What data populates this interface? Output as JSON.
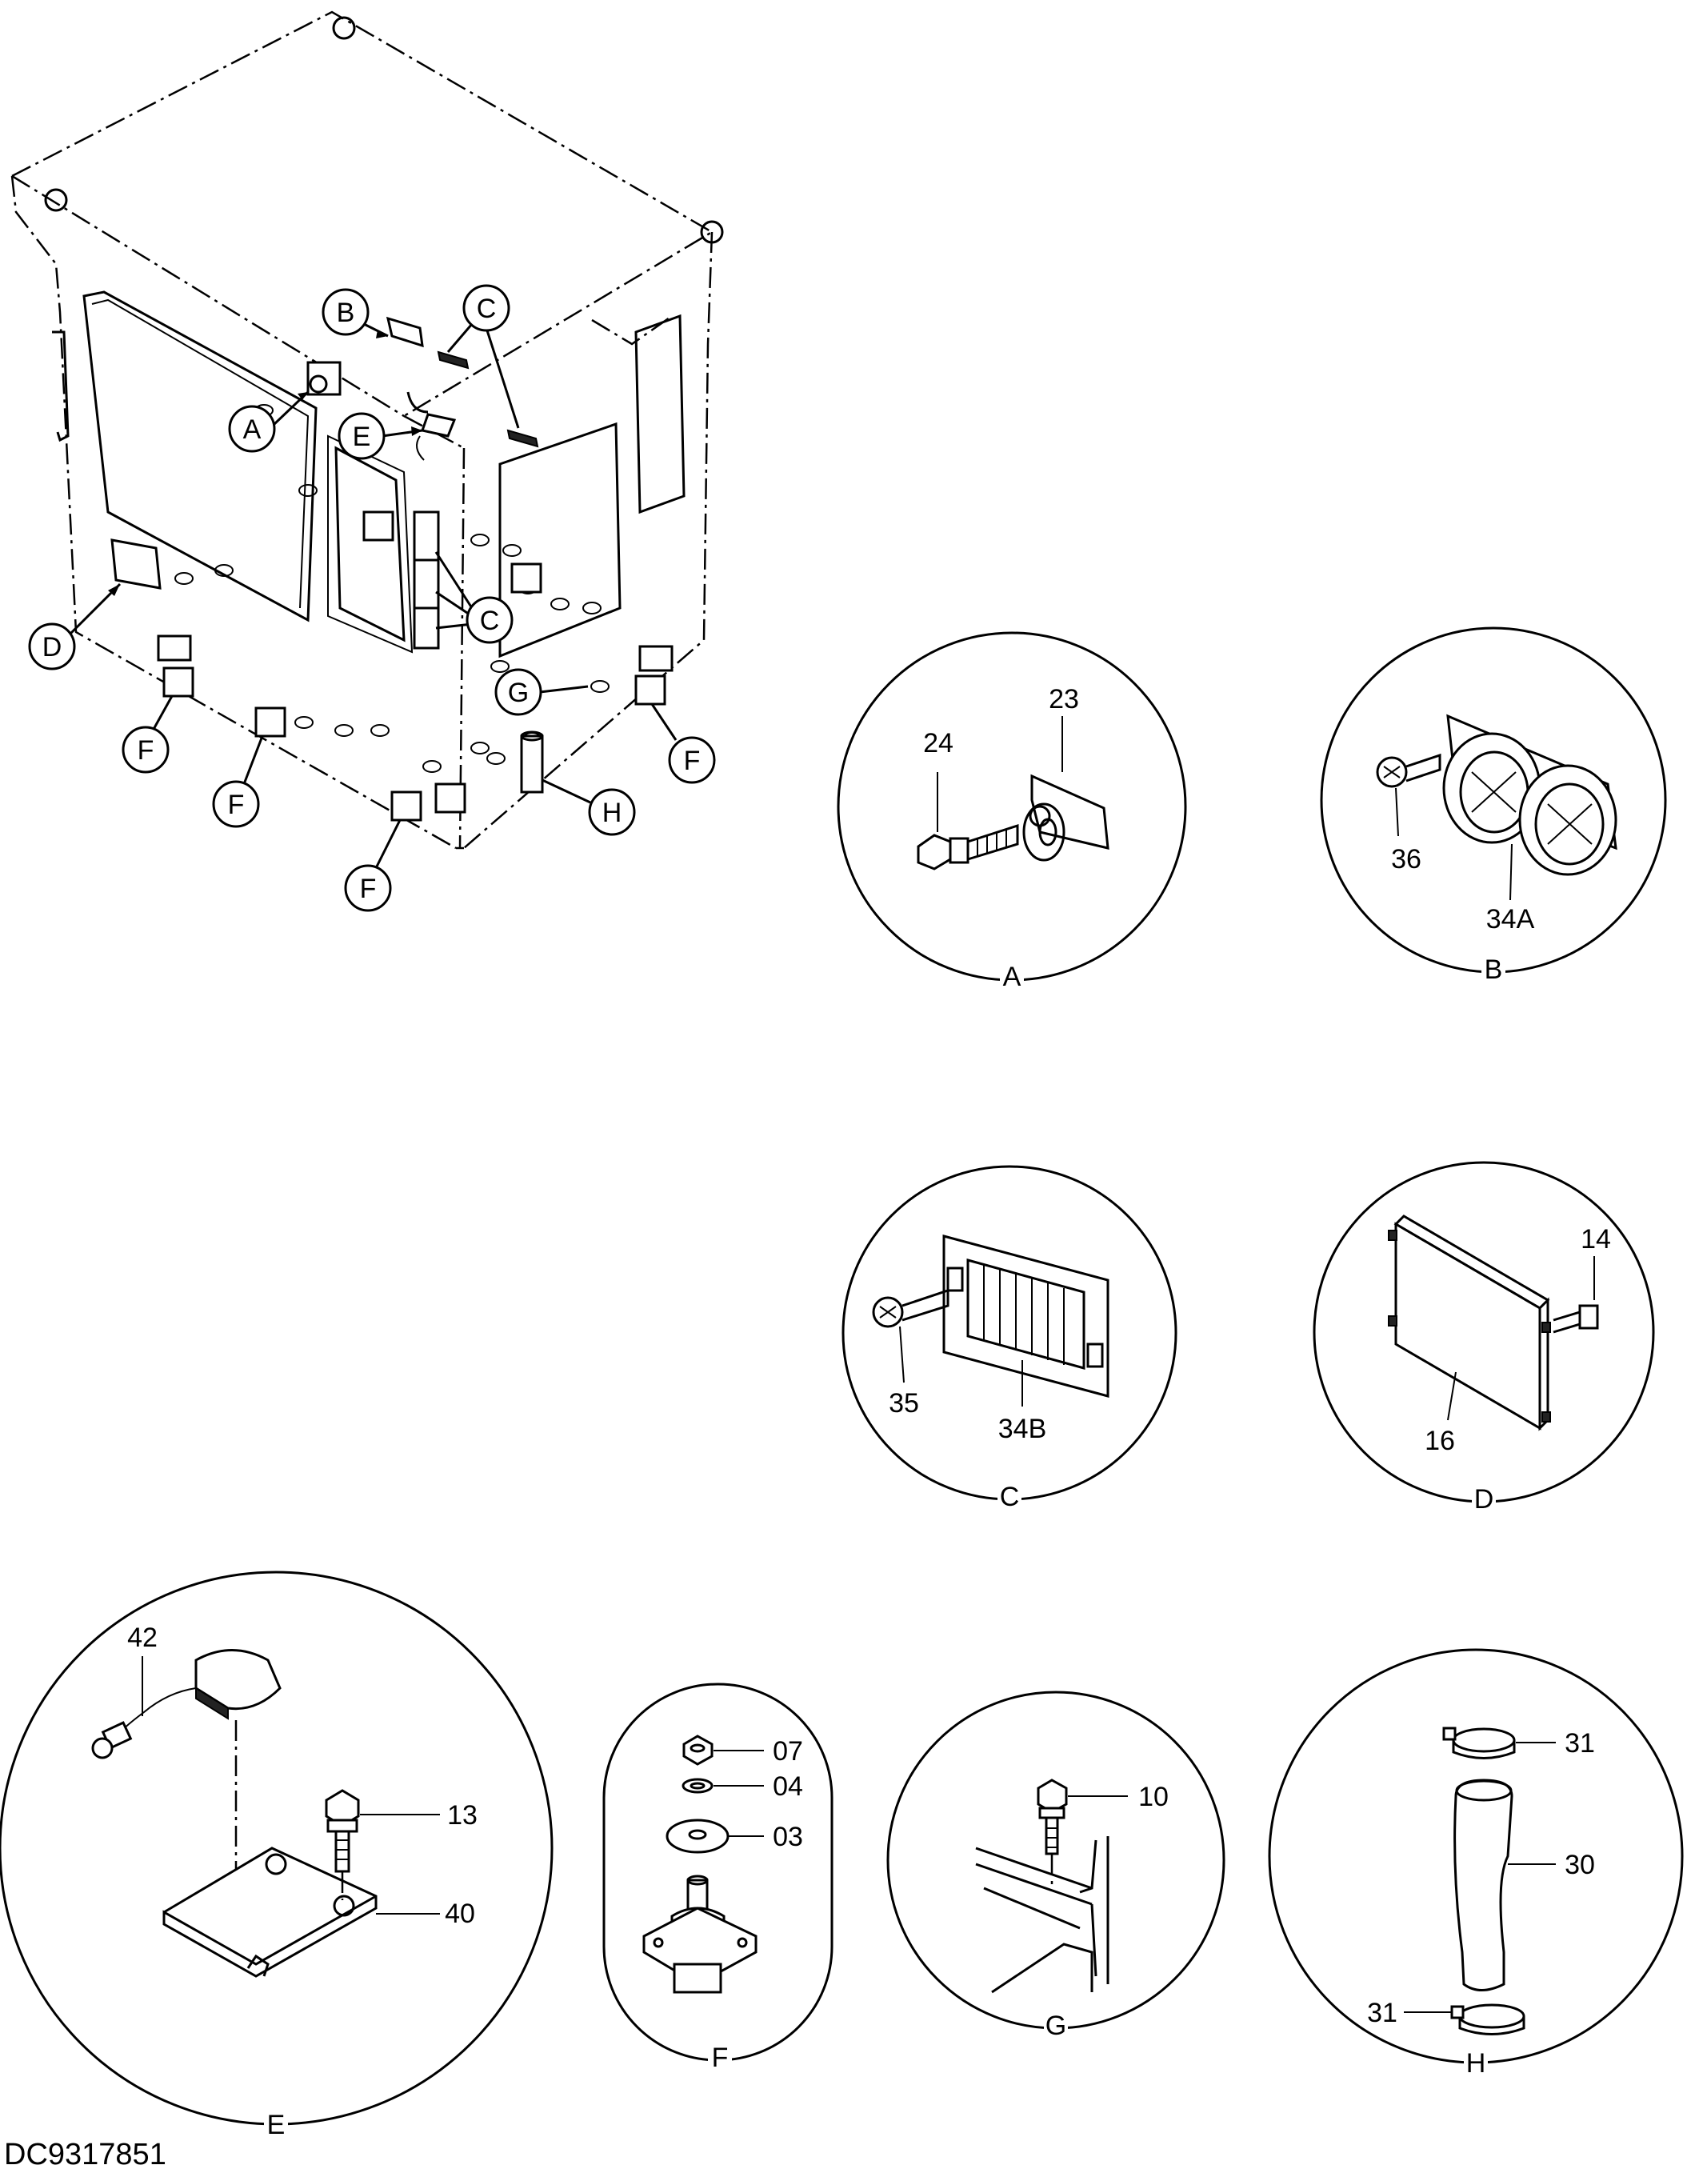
{
  "drawing_id": "DC9317851",
  "views": {
    "A": {
      "letter": "A",
      "parts": [
        "24",
        "23"
      ]
    },
    "B": {
      "letter": "B",
      "parts": [
        "36",
        "34A"
      ]
    },
    "C": {
      "letter": "C",
      "parts": [
        "35",
        "34B"
      ]
    },
    "D": {
      "letter": "D",
      "parts": [
        "14",
        "16"
      ]
    },
    "E": {
      "letter": "E",
      "parts": [
        "42",
        "13",
        "40"
      ]
    },
    "F": {
      "letter": "F",
      "parts": [
        "07",
        "04",
        "03"
      ]
    },
    "G": {
      "letter": "G",
      "parts": [
        "10"
      ]
    },
    "H": {
      "letter": "H",
      "parts": [
        "31",
        "30",
        "31"
      ]
    }
  },
  "overview_callouts": [
    "A",
    "B",
    "C",
    "C",
    "D",
    "E",
    "F",
    "F",
    "F",
    "F",
    "G",
    "H"
  ]
}
